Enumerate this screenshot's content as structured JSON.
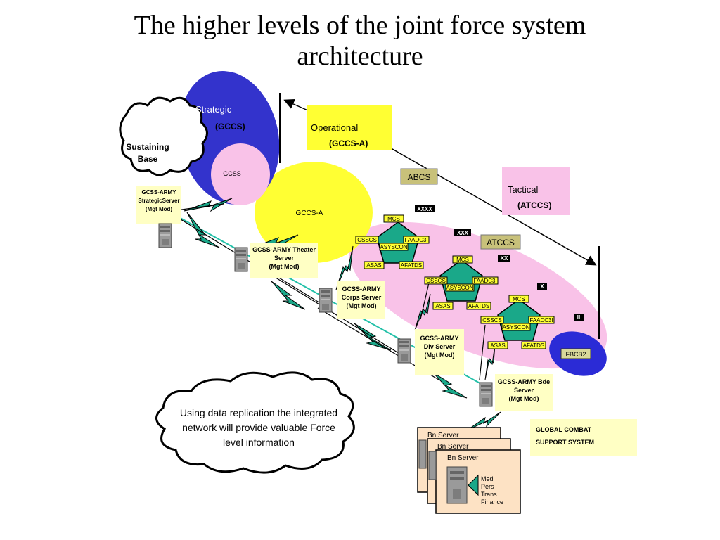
{
  "title": {
    "line1": "The higher levels of the joint force system",
    "line2": "architecture"
  },
  "levels": {
    "strategic": "Strategic",
    "strategic_sys": "(GCCS)",
    "operational": "Operational",
    "operational_sys": "(GCCS-A)",
    "tactical": "Tactical",
    "tactical_sys": "(ATCCS)",
    "abcs": "ABCS",
    "atccs": "ATCCS"
  },
  "blobs": {
    "sustaining_base": [
      "Sustaining",
      "Base"
    ],
    "gcss": "GCSS",
    "gccs_a": "GCCS-A",
    "fbcb2": "FBCB2"
  },
  "echelons": [
    "XXXX",
    "XXX",
    "XX",
    "X",
    "II"
  ],
  "pentagon_labels": {
    "top": "MCS",
    "center": "ASYSCON",
    "left": "CSSCS",
    "right": "FAADC3I",
    "bottom_left": "ASAS",
    "bottom_right": "AFATDS"
  },
  "servers": {
    "strategic": [
      "GCSS-ARMY",
      "StrategicServer",
      "(Mgt Mod)"
    ],
    "theater": [
      "GCSS-ARMY Theater",
      "Server",
      "(Mgt Mod)"
    ],
    "corps": [
      "GCSS-ARMY",
      "Corps Server",
      "(Mgt Mod)"
    ],
    "div": [
      "GCSS-ARMY",
      "Div Server",
      "(Mgt Mod)"
    ],
    "bde": [
      "GCSS-ARMY Bde",
      "Server",
      "(Mgt Mod)"
    ]
  },
  "global_combat": [
    "GLOBAL COMBAT",
    "SUPPORT SYSTEM"
  ],
  "bn_servers": [
    "Bn Server",
    "Bn Server",
    "Bn Server"
  ],
  "bn_functions": [
    "Med",
    "Pers",
    "Trans.",
    "Finance"
  ],
  "note": [
    "Using data replication the integrated",
    "network will provide valuable Force",
    "level information"
  ]
}
